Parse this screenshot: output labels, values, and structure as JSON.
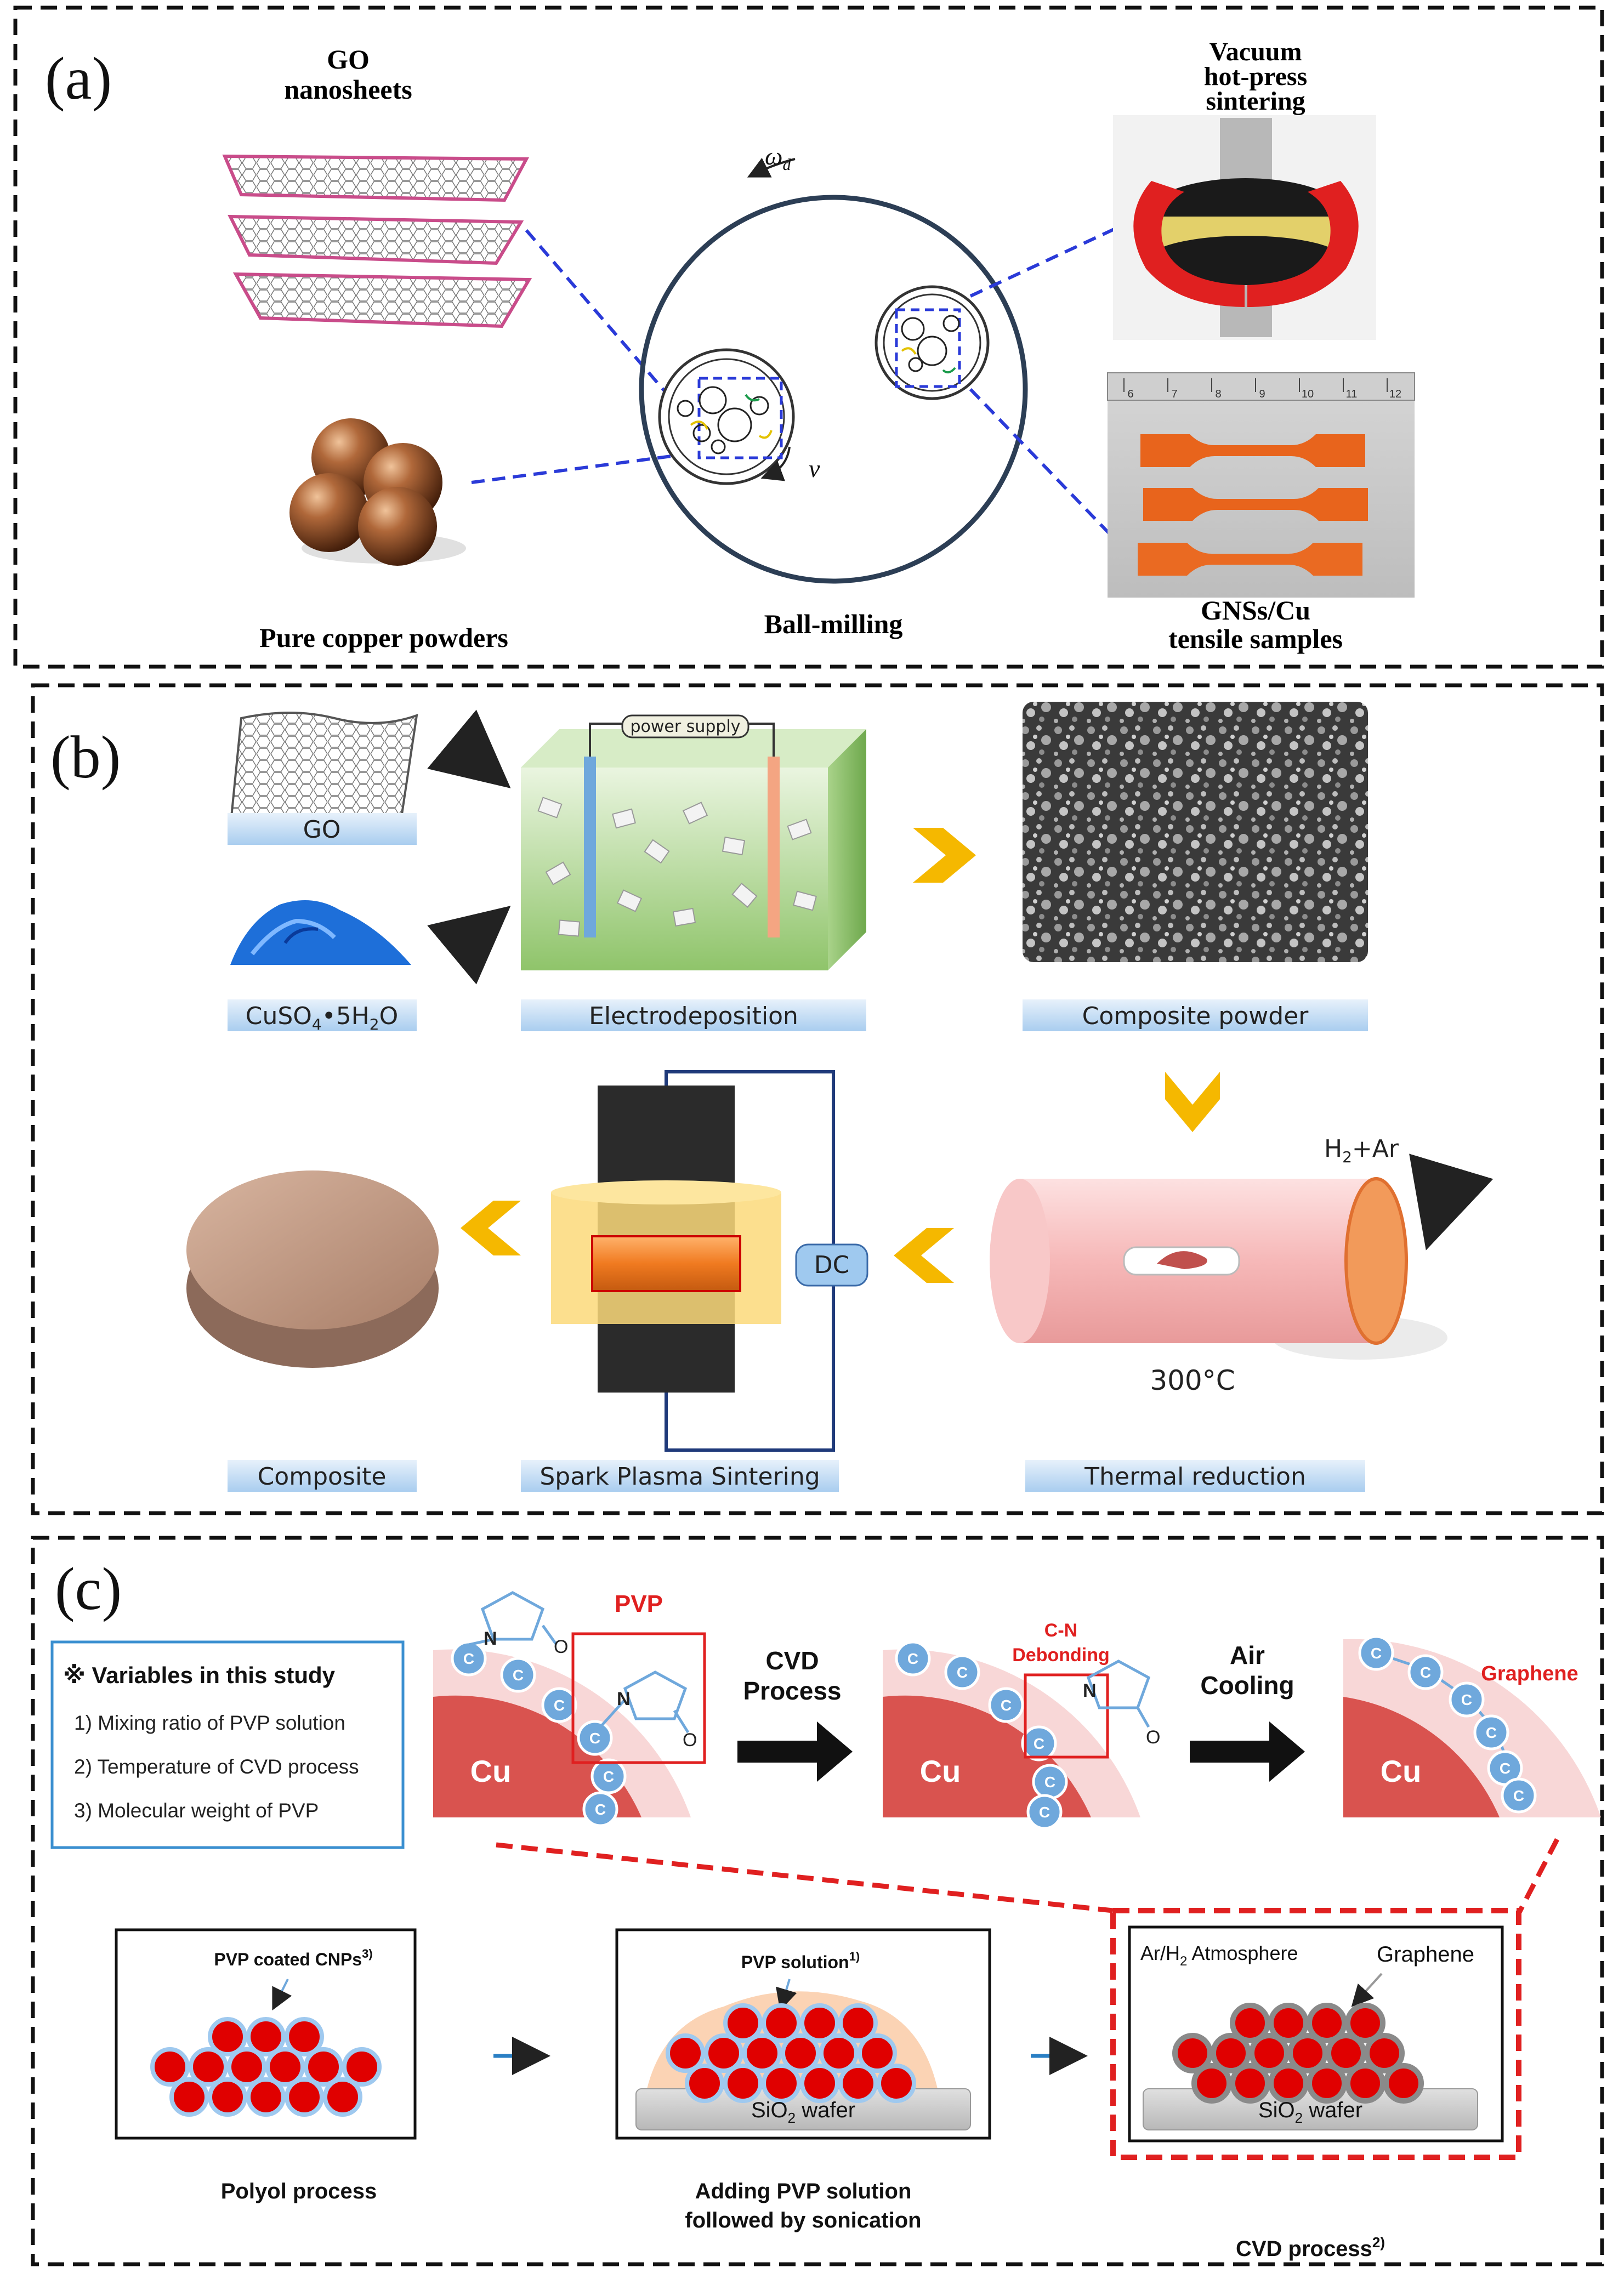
{
  "panel_a": {
    "label": "(a)",
    "go_title_1": "GO",
    "go_title_2": "nanosheets",
    "vacuum_1": "Vacuum",
    "vacuum_2": "hot-press",
    "vacuum_3": "sintering",
    "omega": "ω",
    "omega_sub": "d",
    "nu": "ν",
    "copper_label": "Pure copper powders",
    "ballmill_label": "Ball-milling",
    "gns_1": "GNSs/Cu",
    "gns_2": "tensile samples",
    "ruler_marks": [
      "6",
      "7",
      "8",
      "9",
      "10",
      "11",
      "12"
    ]
  },
  "panel_b": {
    "label": "(b)",
    "power_supply": "power supply",
    "go": "GO",
    "cuso4_main": "CuSO",
    "cuso4_sub": "4",
    "cuso4_rest": "•5H",
    "cuso4_sub2": "2",
    "cuso4_o": "O",
    "electrodeposition": "Electrodeposition",
    "composite_powder": "Composite powder",
    "h2ar_h": "H",
    "h2ar_sub": "2",
    "h2ar_rest": "+Ar",
    "temp": "300°C",
    "dc": "DC",
    "composite": "Composite",
    "sps": "Spark Plasma Sintering",
    "thermal": "Thermal reduction"
  },
  "panel_c": {
    "label": "(c)",
    "box_title": "※ Variables in this study",
    "variables": [
      "1) Mixing ratio of PVP solution",
      "2) Temperature of CVD process",
      "3) Molecular weight of PVP"
    ],
    "pvp": "PVP",
    "cvd_1": "CVD",
    "cvd_2": "Process",
    "air_1": "Air",
    "air_2": "Cooling",
    "cn_1": "C-N",
    "cn_2": "Debonding",
    "graphene_red": "Graphene",
    "cu": "Cu",
    "atom_c": "C",
    "atom_n": "N",
    "atom_o": "O",
    "pvp_cnps": "PVP coated CNPs",
    "pvp_cnps_sup": "3)",
    "pvp_solution": "PVP solution",
    "pvp_solution_sup": "1)",
    "ar_h2_1": "Ar/H",
    "ar_h2_sub": "2",
    "ar_h2_2": " Atmosphere",
    "graphene_black": "Graphene",
    "sio2_1": "SiO",
    "sio2_sub": "2",
    "sio2_2": " wafer",
    "polyol": "Polyol process",
    "adding_1": "Adding PVP solution",
    "adding_2": "followed by sonication",
    "cvd_process": "CVD process",
    "cvd_process_sup": "2)"
  },
  "colors": {
    "cu_red": "#d9534f",
    "shell_pink": "#f8d7d7",
    "atom_blue": "#6fa8dc",
    "label_bg": "#c9dff5",
    "arrow_orange": "#f5b800",
    "red_box": "#e02020",
    "sphere_red": "#e00000"
  }
}
